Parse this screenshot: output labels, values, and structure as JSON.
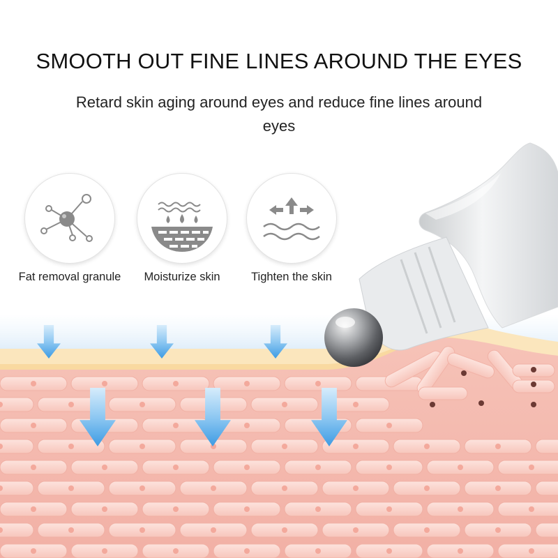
{
  "title": "SMOOTH OUT FINE LINES AROUND THE EYES",
  "subtitle": "Retard skin aging around eyes and reduce fine lines around eyes",
  "features": [
    {
      "label": "Fat removal granule",
      "icon": "molecule-icon"
    },
    {
      "label": "Moisturize skin",
      "icon": "water-drops-icon"
    },
    {
      "label": "Tighten the skin",
      "icon": "tighten-waves-icon"
    }
  ],
  "colors": {
    "skin_cell": "#f8c8c0",
    "skin_bg": "#f4b3a8",
    "top_layer": "#fbe3b4",
    "arrow": "#5aaee8",
    "icon_grey": "#8a8a8a"
  }
}
